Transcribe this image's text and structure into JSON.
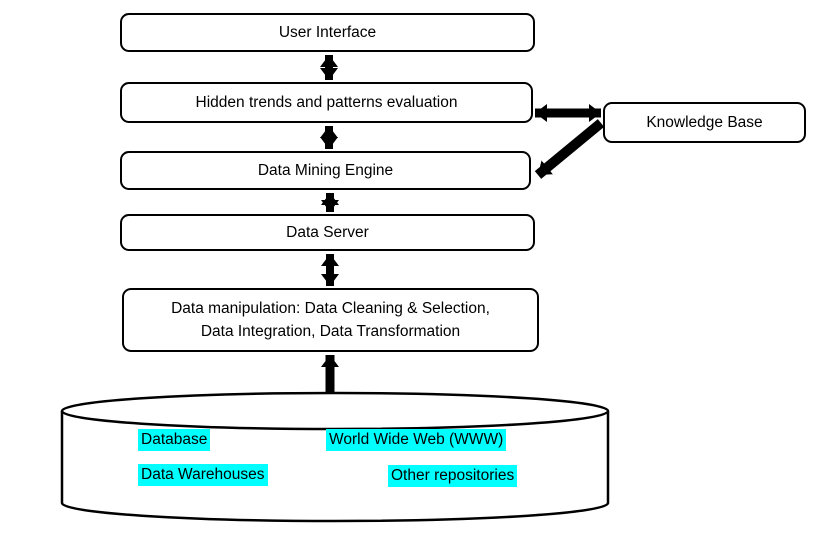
{
  "diagram": {
    "boxes": {
      "user_interface": "User Interface",
      "hidden_trends": "Hidden trends and patterns evaluation",
      "data_mining_engine": "Data Mining Engine",
      "data_server": "Data Server",
      "data_manipulation_line1": "Data manipulation: Data Cleaning & Selection,",
      "data_manipulation_line2": "Data Integration, Data Transformation",
      "knowledge_base": "Knowledge Base"
    },
    "data_store": {
      "shape": "cylinder",
      "repositories": [
        "Database",
        "World Wide Web (WWW)",
        "Data Warehouses",
        "Other repositories"
      ]
    },
    "connectors": [
      {
        "from": "user_interface",
        "to": "hidden_trends",
        "style": "double-arrow"
      },
      {
        "from": "hidden_trends",
        "to": "data_mining_engine",
        "style": "double-arrow"
      },
      {
        "from": "data_mining_engine",
        "to": "data_server",
        "style": "double-arrow"
      },
      {
        "from": "data_server",
        "to": "data_manipulation",
        "style": "double-arrow"
      },
      {
        "from": "data_store",
        "to": "data_manipulation",
        "style": "single-arrow-up"
      },
      {
        "from": "hidden_trends",
        "to": "knowledge_base",
        "style": "double-arrow"
      },
      {
        "from": "knowledge_base",
        "to": "data_mining_engine",
        "style": "single-arrow"
      }
    ],
    "colors": {
      "highlight": "#00FFFF",
      "line": "#000000",
      "box_fill": "#FFFFFF",
      "background": "#FFFFFF"
    }
  }
}
